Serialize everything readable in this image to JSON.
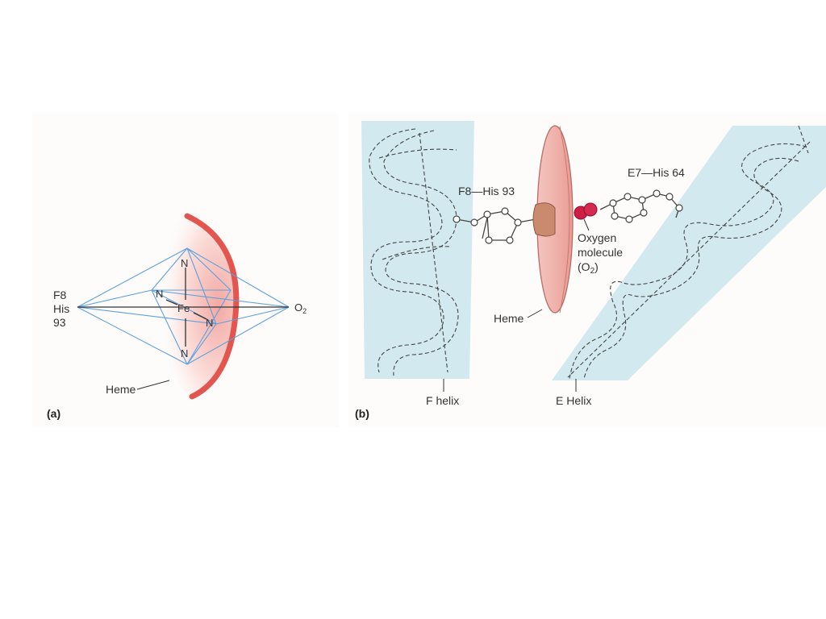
{
  "panel_a": {
    "label": "(a)",
    "left_label": {
      "line1": "F8",
      "line2": "His",
      "line3": "93"
    },
    "right_label_main": "O",
    "right_label_sub": "2",
    "atoms": {
      "n_top": "N",
      "n_left": "N",
      "fe": "Fe",
      "n_right": "N",
      "n_bottom": "N"
    },
    "heme_label": "Heme"
  },
  "panel_b": {
    "label": "(b)",
    "f8_label": "F8—His 93",
    "e7_label": "E7—His 64",
    "oxygen": {
      "line1": "Oxygen",
      "line2": "molecule",
      "line3_open": "(O",
      "line3_sub": "2",
      "line3_close": ")"
    },
    "heme_label": "Heme",
    "f_helix_label": "F helix",
    "e_helix_label": "E Helix"
  },
  "colors": {
    "background": "#ffffff",
    "panel_bg": "#fdfcfb",
    "helix_fill": "#d3e9f0",
    "octahedron_line": "#5ea0df",
    "heme_edge": "#e2564f",
    "heme_disk": "#efb5ae",
    "iron": "#c98a6e",
    "oxygen_atom": "#d01d44"
  }
}
